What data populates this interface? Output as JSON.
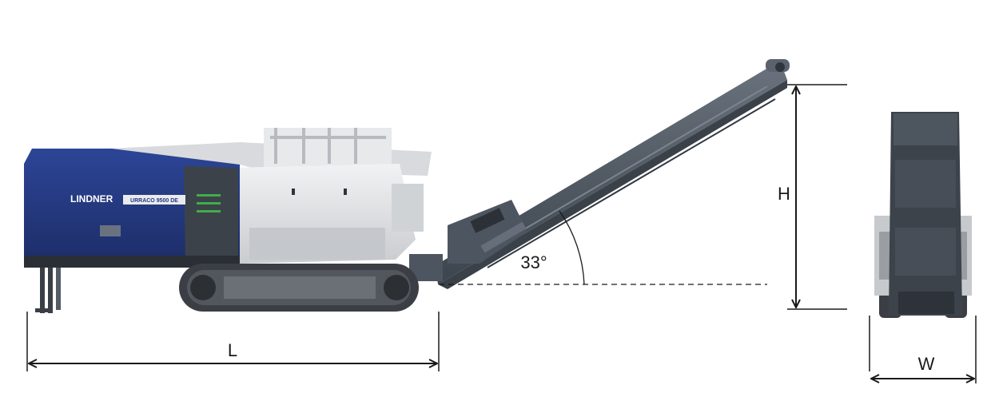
{
  "labels": {
    "brand": "LINDNER",
    "model_plate": "URRACO 9500 DE",
    "length": "L",
    "height": "H",
    "width": "W",
    "angle": "33°"
  },
  "colors": {
    "body_blue": "#23387f",
    "body_dark": "#2f343b",
    "body_grey": "#dfe1e3",
    "conveyor": "#4a535d",
    "track": "#3b3f45",
    "accent_green": "#3fae49",
    "line": "#1a1a1a"
  }
}
